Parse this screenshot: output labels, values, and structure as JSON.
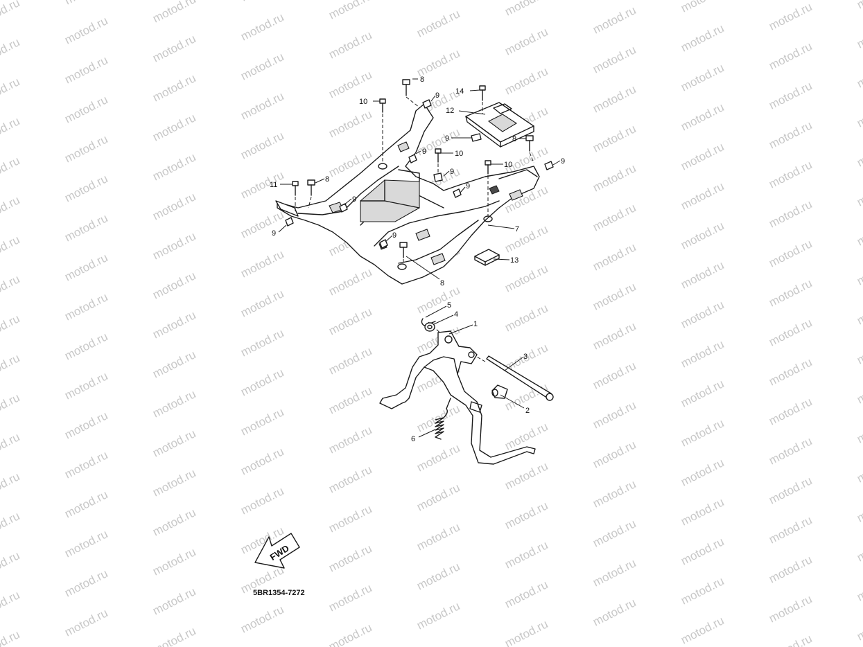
{
  "watermark": {
    "text": "motod.ru"
  },
  "callouts": {
    "c14": "14",
    "c12": "12",
    "c10a": "10",
    "c8a": "8",
    "c9a": "9",
    "c9b": "9",
    "c8b": "8",
    "c9c": "9",
    "c10b": "10",
    "c9d": "9",
    "c10c": "10",
    "c9e": "9",
    "c11": "11",
    "c8c": "8",
    "c9f": "9",
    "c9g": "9",
    "c9h": "9",
    "c9i": "9",
    "c7": "7",
    "c13": "13",
    "c8d": "8",
    "c5": "5",
    "c4": "4",
    "c1": "1",
    "c3": "3",
    "c2": "2",
    "c6": "6"
  },
  "fwd_label": "FWD",
  "diagram_code": "5BR1354-7272"
}
